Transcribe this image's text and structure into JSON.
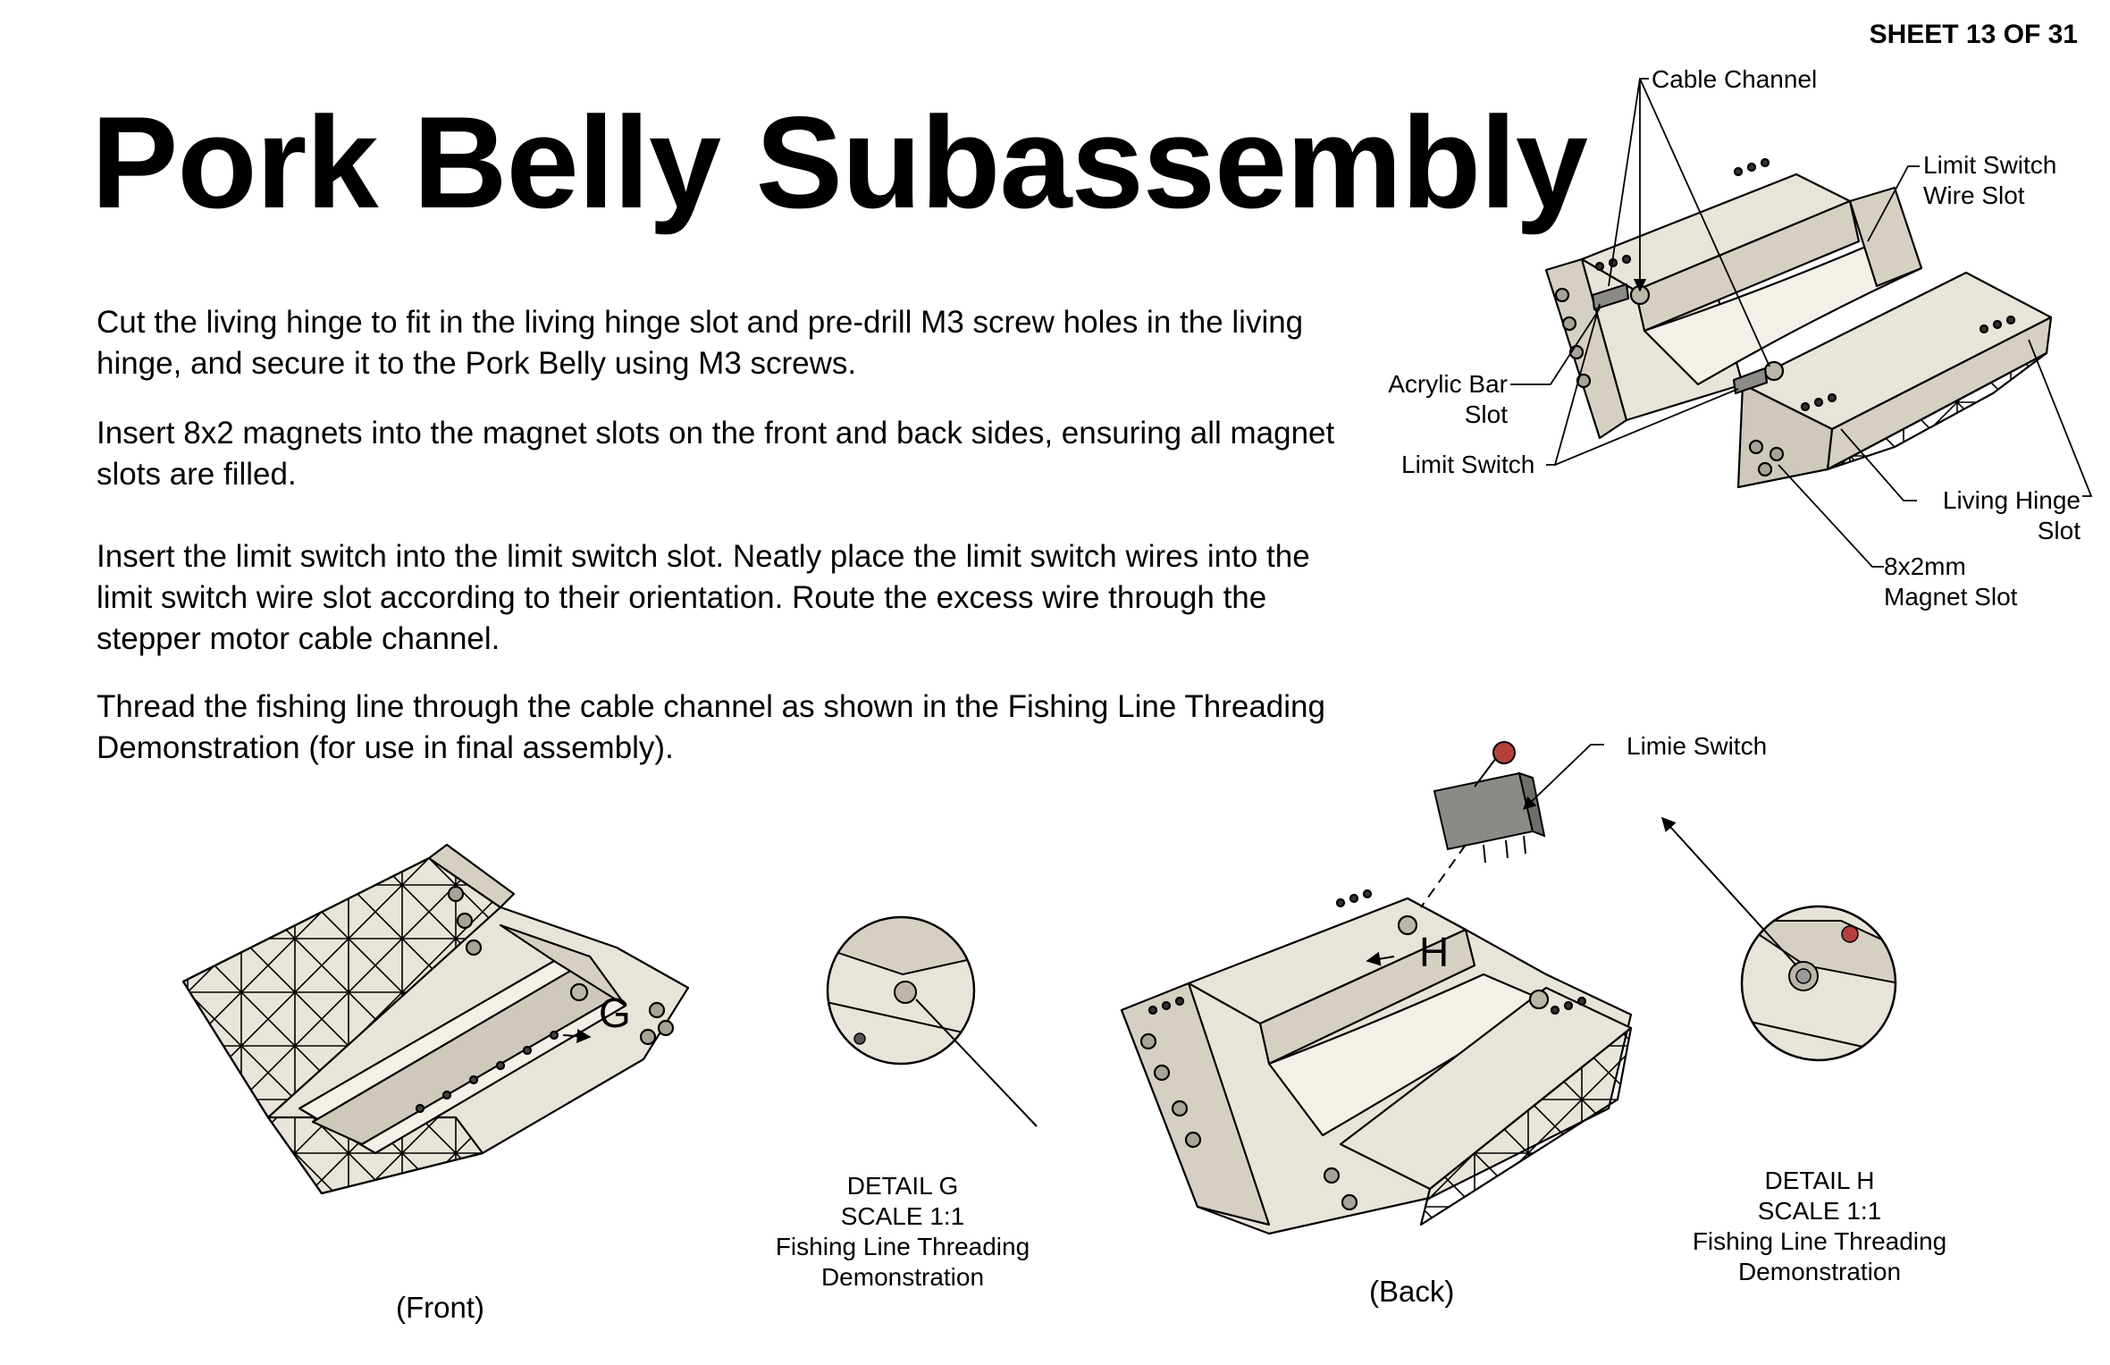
{
  "sheet_label": "SHEET 13 OF 31",
  "title": "Pork Belly Subassembly",
  "instructions": [
    "Cut the living hinge to fit in the living hinge slot and pre-drill M3 screw holes in the living hinge, and secure it to the Pork Belly using M3 screws.",
    "Insert 8x2 magnets into the magnet slots on the front and back sides, ensuring all magnet slots are filled.",
    "Insert the limit switch into the limit switch slot. Neatly place the limit switch wires into the limit switch wire slot according to their orientation. Route the excess wire through the stepper motor cable channel.",
    "Thread the fishing line through the cable channel as shown in the Fishing Line Threading Demonstration (for use in final assembly)."
  ],
  "callouts": {
    "cable_channel": "Cable Channel",
    "limit_switch_wire_slot": [
      "Limit Switch",
      "Wire Slot"
    ],
    "acrylic_bar_slot": [
      "Acrylic Bar",
      "Slot"
    ],
    "limit_switch": "Limit Switch",
    "living_hinge_slot": [
      "Living Hinge",
      "Slot"
    ],
    "magnet_slot": [
      "8x2mm",
      "Magnet Slot"
    ],
    "limie_switch": "Limie Switch",
    "detail_g_marker": "G",
    "detail_h_marker": "H"
  },
  "views": {
    "front": "(Front)",
    "back": "(Back)"
  },
  "details": {
    "g": [
      "DETAIL G",
      "SCALE 1:1",
      "Fishing Line Threading",
      "Demonstration"
    ],
    "h": [
      "DETAIL H",
      "SCALE 1:1",
      "Fishing Line Threading",
      "Demonstration"
    ]
  },
  "colors": {
    "part_fill": "#e9e4d9",
    "part_shade": "#d6d0c3",
    "part_dark": "#a8a399",
    "switch_body": "#8c8a86",
    "switch_roller": "#b5403c",
    "line": "#000000"
  }
}
